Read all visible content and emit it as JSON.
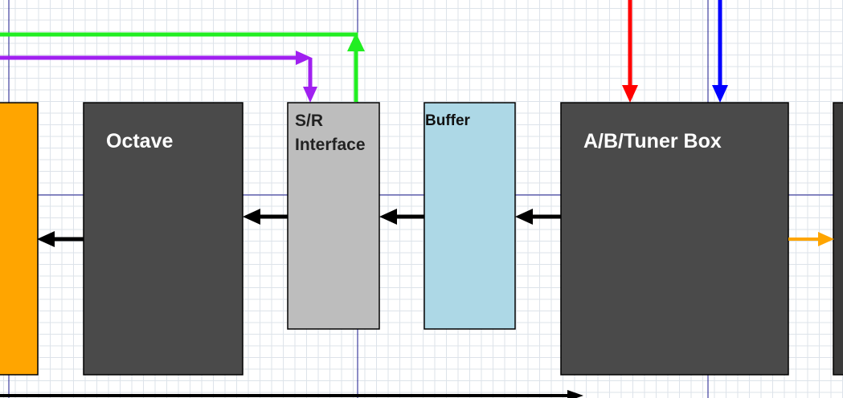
{
  "blocks": {
    "octave": {
      "label": "Octave",
      "fill": "#4a4a4a",
      "text_color": "#ffffff"
    },
    "sr_interface": {
      "label_line1": "S/R",
      "label_line2": "Interface",
      "fill": "#bdbdbd",
      "text_color": "#222222"
    },
    "buffer": {
      "label": "Buffer",
      "fill": "#add8e6",
      "text_color": "#111111"
    },
    "ab_tuner": {
      "label": "A/B/Tuner Box",
      "fill": "#4a4a4a",
      "text_color": "#ffffff"
    },
    "left_partial": {
      "fill": "#ffa500"
    },
    "right_partial": {
      "fill": "#3a3a3a"
    }
  },
  "colors": {
    "green_line": "#22ee22",
    "purple_line": "#a020f0",
    "red_line": "#ff0000",
    "blue_line": "#0000ff",
    "orange_line": "#ffa500",
    "signal_arrow": "#000000",
    "guide_line": "#1a1a8c"
  }
}
